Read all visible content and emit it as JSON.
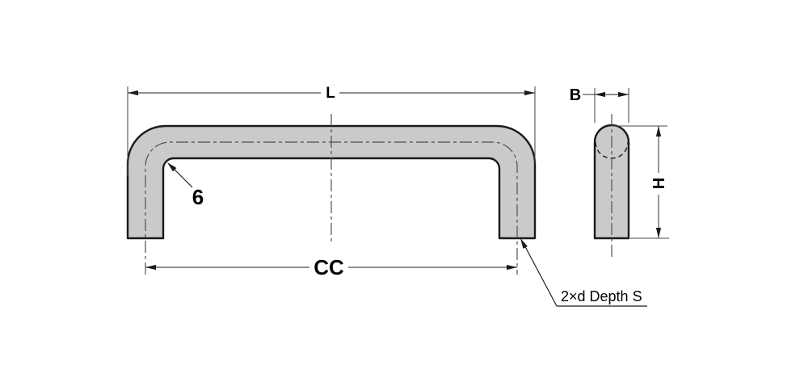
{
  "drawing": {
    "front_view": {
      "length_label": "L",
      "center_to_center_label": "CC",
      "corner_radius_label": "6",
      "hole_note": "2×d Depth S"
    },
    "side_view": {
      "width_label": "B",
      "height_label": "H"
    }
  },
  "colors": {
    "part_fill": "#cacaca",
    "outline": "#1a1a1a",
    "dimension_line": "#4a4a4a",
    "label_text": "#000000"
  }
}
